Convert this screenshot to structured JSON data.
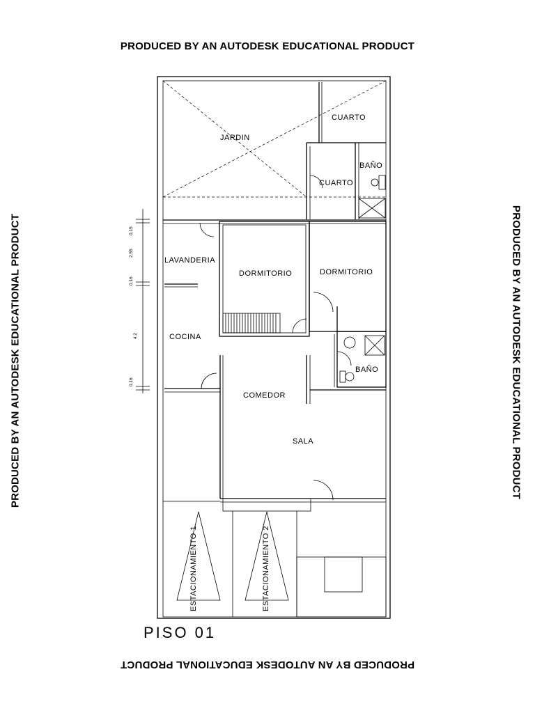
{
  "watermark": {
    "text": "PRODUCED BY AN AUTODESK EDUCATIONAL PRODUCT"
  },
  "plan": {
    "title": "PISO 01",
    "rooms": {
      "jardin": "JARDIN",
      "cuarto_top": "CUARTO",
      "cuarto_mid": "CUARTO",
      "bano_top": "BAÑO",
      "lavanderia": "LAVANDERIA",
      "dormitorio_1": "DORMITORIO",
      "dormitorio_2": "DORMITORIO",
      "cocina": "COCINA",
      "bano_mid": "BAÑO",
      "comedor": "COMEDOR",
      "sala": "SALA",
      "estacionamiento_1": "ESTACIONAMIENTO 1",
      "estacionamiento_2": "ESTACIONAMIENTO 2"
    },
    "dimensions": {
      "d1": "0.16",
      "d2": "2.55",
      "d3": "0.15",
      "d4": "4.2",
      "d5": "0.16"
    }
  }
}
